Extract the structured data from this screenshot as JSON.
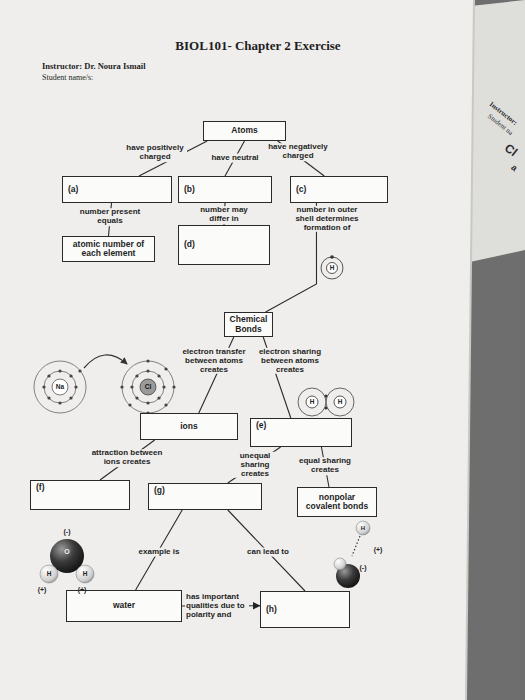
{
  "diagram": {
    "title": "BIOL101- Chapter 2 Exercise",
    "nodes": [
      {
        "text": [
          "Atoms"
        ]
      },
      {
        "text": [
          "(a)"
        ]
      },
      {
        "text": [
          "(b)"
        ]
      },
      {
        "text": [
          "(c)"
        ]
      },
      {
        "text": [
          "atomic number of each element"
        ]
      },
      {
        "text": [
          "(d)"
        ]
      },
      {
        "text": [
          "Chemical Bonds"
        ]
      },
      {
        "text": [
          "ions"
        ]
      },
      {
        "text": [
          "(e)"
        ]
      },
      {
        "text": [
          "(f)"
        ]
      },
      {
        "text": [
          "(g)"
        ]
      },
      {
        "text": [
          "nonpolar covalent bonds"
        ]
      },
      {
        "text": [
          "water"
        ]
      },
      {
        "text": [
          "(h)"
        ]
      }
    ],
    "edges": [
      {
        "from": 0,
        "to": 1,
        "arrow": "none",
        "label": "have positively charged"
      },
      {
        "from": 0,
        "to": 2,
        "arrow": "none",
        "label": "have neutral"
      },
      {
        "from": 0,
        "to": 3,
        "arrow": "none",
        "label": "have negatively charged"
      },
      {
        "from": 1,
        "to": 4,
        "arrow": "none",
        "label": "number present equals"
      },
      {
        "from": 2,
        "to": 5,
        "arrow": "none",
        "label": "number may differ in"
      },
      {
        "from": 3,
        "to": 6,
        "arrow": "none",
        "label": "number in outer shell determines formation of"
      },
      {
        "from": 6,
        "to": 7,
        "arrow": "none",
        "label": "electron transfer between atoms creates"
      },
      {
        "from": 6,
        "to": 8,
        "arrow": "none",
        "label": "electron sharing between atoms creates"
      },
      {
        "from": 7,
        "to": 9,
        "arrow": "none",
        "label": "attraction between ions creates"
      },
      {
        "from": 8,
        "to": 10,
        "arrow": "none",
        "label": "unequal sharing creates"
      },
      {
        "from": 8,
        "to": 11,
        "arrow": "none",
        "label": "equal sharing creates"
      },
      {
        "from": 10,
        "to": 12,
        "arrow": "none",
        "label": "example is"
      },
      {
        "from": 10,
        "to": 13,
        "arrow": "none",
        "label": "can lead to"
      },
      {
        "from": 12,
        "to": 13,
        "arrow": "to",
        "label": "has important qualities due to polarity and"
      }
    ],
    "labels": [
      "Instructor: Dr. Noura Ismail",
      "Student name/s:",
      "Instructor:",
      "Student na",
      "Cl",
      "a",
      "H",
      "Na",
      "Cl",
      "H",
      "H",
      "(-)",
      "O",
      "H",
      "H",
      "(+)",
      "(+)",
      "H",
      "(+)",
      "(-)"
    ]
  }
}
